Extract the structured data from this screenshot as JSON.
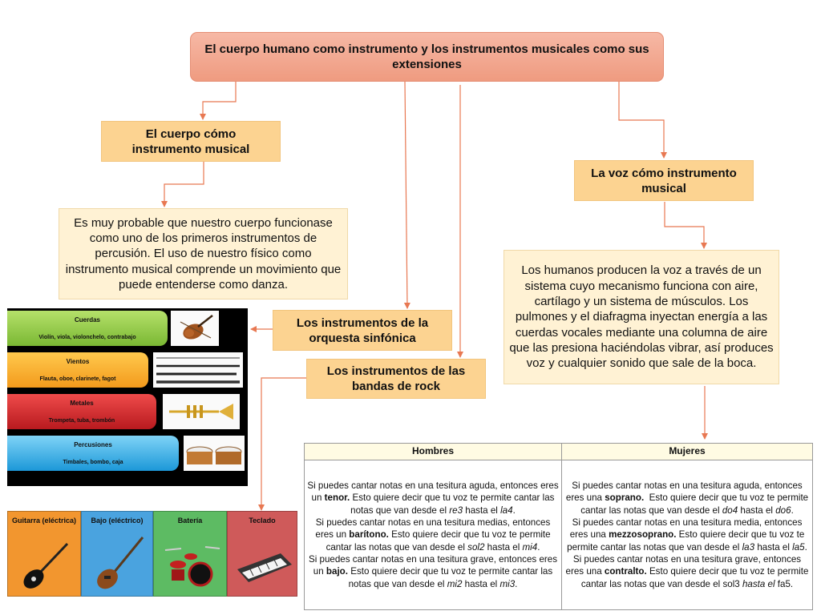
{
  "title": "El cuerpo humano como instrumento y los instrumentos musicales como sus extensiones",
  "nodes": {
    "cuerpo": "El cuerpo cómo instrumento musical",
    "cuerpo_desc": "Es muy probable que nuestro cuerpo funcionase como uno de los primeros instrumentos de percusión. El uso de nuestro físico como instrumento musical comprende un movimiento que puede entenderse como danza.",
    "orquesta": "Los instrumentos de la orquesta sinfónica",
    "rock": "Los instrumentos de las bandas de rock",
    "voz": "La voz cómo instrumento musical",
    "voz_desc": "Los humanos producen la voz a través de un sistema cuyo mecanismo funciona con aire, cartílago y un sistema de músculos. Los pulmones y el diafragma inyectan energía a las cuerdas vocales mediante una columna de aire que las presiona haciéndolas vibrar, así produces voz y cualquier sonido que sale de la boca."
  },
  "orchestra_families": [
    {
      "name": "Cuerdas",
      "instruments": "Violín, viola, violonchelo, contrabajo",
      "color": "#8cc63f",
      "icon": "violin-icon"
    },
    {
      "name": "Vientos",
      "instruments": "Flauta, oboe, clarinete, fagot",
      "color": "#f7a823",
      "icon": "woodwind-icon"
    },
    {
      "name": "Metales",
      "instruments": "Trompeta, tuba, trombón",
      "color": "#d9232a",
      "icon": "trumpet-icon"
    },
    {
      "name": "Percusiones",
      "instruments": "Timbales, bombo, caja",
      "color": "#29a8e0",
      "icon": "drums-icon"
    }
  ],
  "rock_instruments": [
    {
      "name": "Guitarra (eléctrica)",
      "color": "#f2962f",
      "icon": "electric-guitar-icon"
    },
    {
      "name": "Bajo (eléctrico)",
      "color": "#4aa3df",
      "icon": "bass-guitar-icon"
    },
    {
      "name": "Batería",
      "color": "#5dbb63",
      "icon": "drum-kit-icon"
    },
    {
      "name": "Teclado",
      "color": "#cf5a5a",
      "icon": "keyboard-icon"
    }
  ],
  "table": {
    "headers": [
      "Hombres",
      "Mujeres"
    ]
  }
}
